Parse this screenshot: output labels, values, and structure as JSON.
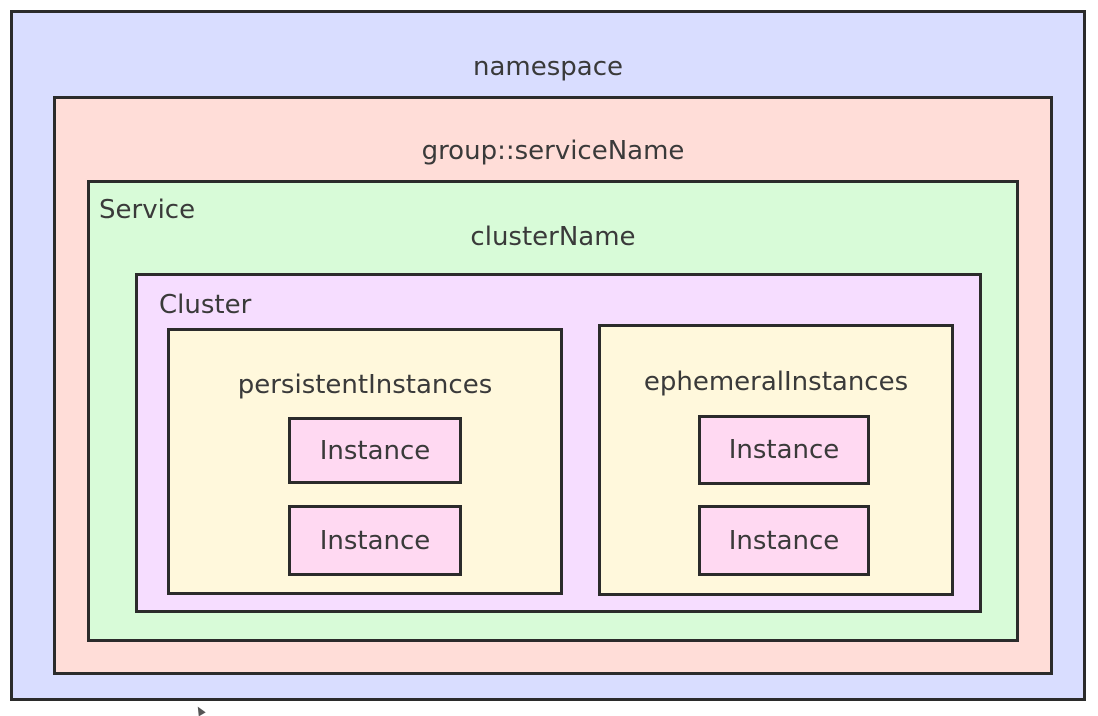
{
  "namespace": {
    "label": "namespace"
  },
  "group": {
    "label": "group::serviceName"
  },
  "service": {
    "title": "Service",
    "cluster_key": "clusterName"
  },
  "cluster": {
    "title": "Cluster",
    "persistent": {
      "label": "persistentInstances",
      "instances": [
        "Instance",
        "Instance"
      ]
    },
    "ephemeral": {
      "label": "ephemeralInstances",
      "instances": [
        "Instance",
        "Instance"
      ]
    }
  },
  "colors": {
    "namespace": "#d9ddff",
    "group": "#ffddd8",
    "service": "#d8fbd8",
    "cluster": "#f6ddff",
    "instance_collection": "#fff8dc",
    "instance": "#ffd9f2",
    "border": "#2b2b2b"
  }
}
